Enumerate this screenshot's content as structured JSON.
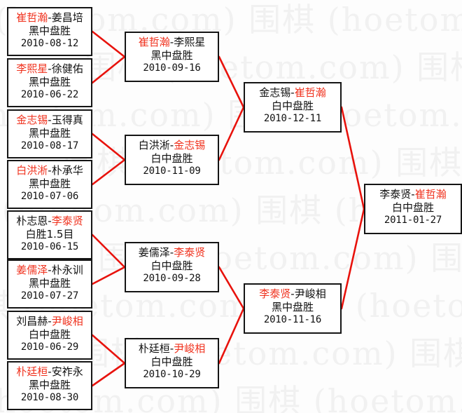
{
  "meta": {
    "watermark_text": "围棋 (hoetom.com)",
    "winner_color": "#f0321e",
    "loser_color": "#111111",
    "link_color": "#e8120c",
    "box_border_color": "#151515",
    "background_color": "#fdfdfd"
  },
  "rounds": [
    {
      "name": "round-1",
      "matches": [
        {
          "left": "崔哲瀚",
          "right": "姜昌培",
          "winner": "left",
          "result": "黑中盘胜",
          "date": "2010-08-12"
        },
        {
          "left": "李熙星",
          "right": "徐健佑",
          "winner": "left",
          "result": "黑中盘胜",
          "date": "2010-06-22"
        },
        {
          "left": "金志锡",
          "right": "玉得真",
          "winner": "left",
          "result": "黑中盘胜",
          "date": "2010-08-17"
        },
        {
          "left": "白洪淅",
          "right": "朴承华",
          "winner": "left",
          "result": "黑中盘胜",
          "date": "2010-07-06"
        },
        {
          "left": "朴志恩",
          "right": "李泰贤",
          "winner": "right",
          "result": "白胜1.5目",
          "date": "2010-06-15"
        },
        {
          "left": "姜儒泽",
          "right": "朴永训",
          "winner": "left",
          "result": "黑中盘胜",
          "date": "2010-07-27"
        },
        {
          "left": "刘昌赫",
          "right": "尹峻相",
          "winner": "right",
          "result": "白中盘胜",
          "date": "2010-06-29"
        },
        {
          "left": "朴廷桓",
          "right": "安祚永",
          "winner": "left",
          "result": "黑中盘胜",
          "date": "2010-08-30"
        }
      ]
    },
    {
      "name": "round-2",
      "matches": [
        {
          "left": "崔哲瀚",
          "right": "李熙星",
          "winner": "left",
          "result": "黑中盘胜",
          "date": "2010-09-16"
        },
        {
          "left": "白洪淅",
          "right": "金志锡",
          "winner": "right",
          "result": "白中盘胜",
          "date": "2010-11-09"
        },
        {
          "left": "姜儒泽",
          "right": "李泰贤",
          "winner": "right",
          "result": "白中盘胜",
          "date": "2010-09-28"
        },
        {
          "left": "朴廷桓",
          "right": "尹峻相",
          "winner": "right",
          "result": "白中盘胜",
          "date": "2010-10-29"
        }
      ]
    },
    {
      "name": "semifinal",
      "matches": [
        {
          "left": "金志锡",
          "right": "崔哲瀚",
          "winner": "right",
          "result": "白中盘胜",
          "date": "2010-12-11"
        },
        {
          "left": "李泰贤",
          "right": "尹峻相",
          "winner": "left",
          "result": "黑中盘胜",
          "date": "2010-11-16"
        }
      ]
    },
    {
      "name": "final",
      "matches": [
        {
          "left": "李泰贤",
          "right": "崔哲瀚",
          "winner": "right",
          "result": "白中盘胜",
          "date": "2011-01-27"
        }
      ]
    }
  ],
  "separator": "-"
}
